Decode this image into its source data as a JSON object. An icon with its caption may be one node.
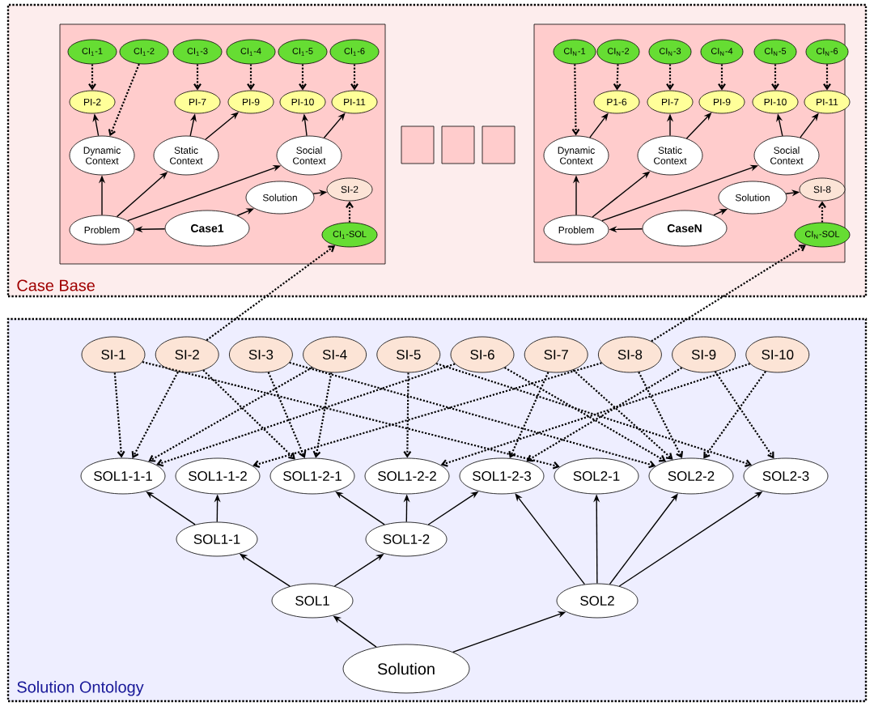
{
  "diagram": {
    "nodes": [
      {
        "text": [
          "Case Base"
        ]
      },
      {
        "text": [],
        "shape": "box",
        "in": 0
      },
      {
        "text": [
          "CI$_{1}$-1"
        ],
        "in": 1
      },
      {
        "text": [
          "CI$_{1}$-2"
        ],
        "in": 1
      },
      {
        "text": [
          "CI$_{1}$-3"
        ],
        "in": 1
      },
      {
        "text": [
          "CI$_{1}$-4"
        ],
        "in": 1
      },
      {
        "text": [
          "CI$_{1}$-5"
        ],
        "in": 1
      },
      {
        "text": [
          "CI$_{1}$-6"
        ],
        "in": 1
      },
      {
        "text": [
          "PI-2"
        ],
        "in": 1
      },
      {
        "text": [
          "PI-7"
        ],
        "in": 1
      },
      {
        "text": [
          "PI-9"
        ],
        "in": 1
      },
      {
        "text": [
          "PI-10"
        ],
        "in": 1
      },
      {
        "text": [
          "PI-11"
        ],
        "in": 1
      },
      {
        "text": [
          "Dynamic Context"
        ],
        "in": 1
      },
      {
        "text": [
          "Static Context"
        ],
        "in": 1
      },
      {
        "text": [
          "Social Context"
        ],
        "in": 1
      },
      {
        "text": [
          "Solution"
        ],
        "in": 1
      },
      {
        "text": [
          "SI-2"
        ],
        "in": 1
      },
      {
        "text": [
          "Problem"
        ],
        "in": 1
      },
      {
        "text": [
          "Case1"
        ],
        "in": 1
      },
      {
        "text": [
          "CI$_{1}$-SOL"
        ],
        "in": 1
      },
      {
        "text": [],
        "shape": "box",
        "in": 0
      },
      {
        "text": [],
        "shape": "box",
        "in": 0
      },
      {
        "text": [],
        "shape": "box",
        "in": 0
      },
      {
        "text": [],
        "shape": "box",
        "in": 0
      },
      {
        "text": [
          "CI$_{N}$-1"
        ],
        "in": 24
      },
      {
        "text": [
          "CI$_{N}$-2"
        ],
        "in": 24
      },
      {
        "text": [
          "CI$_{N}$-3"
        ],
        "in": 24
      },
      {
        "text": [
          "CI$_{N}$-4"
        ],
        "in": 24
      },
      {
        "text": [
          "CI$_{N}$-5"
        ],
        "in": 24
      },
      {
        "text": [
          "CI$_{N}$-6"
        ],
        "in": 24
      },
      {
        "text": [
          "P1-6"
        ],
        "in": 24
      },
      {
        "text": [
          "PI-7"
        ],
        "in": 24
      },
      {
        "text": [
          "PI-9"
        ],
        "in": 24
      },
      {
        "text": [
          "PI-10"
        ],
        "in": 24
      },
      {
        "text": [
          "PI-11"
        ],
        "in": 24
      },
      {
        "text": [
          "Dynamic Context"
        ],
        "in": 24
      },
      {
        "text": [
          "Static Context"
        ],
        "in": 24
      },
      {
        "text": [
          "Social Context"
        ],
        "in": 24
      },
      {
        "text": [
          "Solution"
        ],
        "in": 24
      },
      {
        "text": [
          "SI-8"
        ],
        "in": 24
      },
      {
        "text": [
          "Problem"
        ],
        "in": 24
      },
      {
        "text": [
          "CaseN"
        ],
        "in": 24
      },
      {
        "text": [
          "CI$_{N}$-SOL"
        ],
        "in": 24
      },
      {
        "text": [
          "Solution Ontology"
        ]
      },
      {
        "text": [
          "SI-1"
        ],
        "in": 44
      },
      {
        "text": [
          "SI-2"
        ],
        "in": 44
      },
      {
        "text": [
          "SI-3"
        ],
        "in": 44
      },
      {
        "text": [
          "SI-4"
        ],
        "in": 44
      },
      {
        "text": [
          "SI-5"
        ],
        "in": 44
      },
      {
        "text": [
          "SI-6"
        ],
        "in": 44
      },
      {
        "text": [
          "SI-7"
        ],
        "in": 44
      },
      {
        "text": [
          "SI-8"
        ],
        "in": 44
      },
      {
        "text": [
          "SI-9"
        ],
        "in": 44
      },
      {
        "text": [
          "SI-10"
        ],
        "in": 44
      },
      {
        "text": [
          "SOL1-1-1"
        ],
        "in": 44
      },
      {
        "text": [
          "SOL1-1-2"
        ],
        "in": 44
      },
      {
        "text": [
          "SOL1-2-1"
        ],
        "in": 44
      },
      {
        "text": [
          "SOL1-2-2"
        ],
        "in": 44
      },
      {
        "text": [
          "SOL1-2-3"
        ],
        "in": 44
      },
      {
        "text": [
          "SOL2-1"
        ],
        "in": 44
      },
      {
        "text": [
          "SOL2-2"
        ],
        "in": 44
      },
      {
        "text": [
          "SOL2-3"
        ],
        "in": 44
      },
      {
        "text": [
          "SOL1-1"
        ],
        "in": 44
      },
      {
        "text": [
          "SOL1-2"
        ],
        "in": 44
      },
      {
        "text": [
          "SOL1"
        ],
        "in": 44
      },
      {
        "text": [
          "SOL2"
        ],
        "in": 44
      },
      {
        "text": [
          "Solution"
        ],
        "in": 44
      }
    ],
    "edges": [
      {
        "from": 2,
        "to": 8,
        "arrow": "to",
        "style": "dashed"
      },
      {
        "from": 3,
        "to": 13,
        "arrow": "to",
        "style": "dashed"
      },
      {
        "from": 4,
        "to": 9,
        "arrow": "to",
        "style": "dashed"
      },
      {
        "from": 5,
        "to": 10,
        "arrow": "to",
        "style": "dashed"
      },
      {
        "from": 6,
        "to": 11,
        "arrow": "to",
        "style": "dashed"
      },
      {
        "from": 7,
        "to": 12,
        "arrow": "to",
        "style": "dashed"
      },
      {
        "from": 13,
        "to": 8,
        "arrow": "to"
      },
      {
        "from": 14,
        "to": 9,
        "arrow": "to"
      },
      {
        "from": 14,
        "to": 10,
        "arrow": "to"
      },
      {
        "from": 15,
        "to": 11,
        "arrow": "to"
      },
      {
        "from": 15,
        "to": 12,
        "arrow": "to"
      },
      {
        "from": 18,
        "to": 13,
        "arrow": "to"
      },
      {
        "from": 18,
        "to": 14,
        "arrow": "to"
      },
      {
        "from": 18,
        "to": 15,
        "arrow": "to"
      },
      {
        "from": 19,
        "to": 18,
        "arrow": "to"
      },
      {
        "from": 19,
        "to": 16,
        "arrow": "to"
      },
      {
        "from": 16,
        "to": 17,
        "arrow": "to"
      },
      {
        "from": 20,
        "to": 17,
        "arrow": "to",
        "style": "dashed"
      },
      {
        "from": 46,
        "to": 20,
        "arrow": "to",
        "style": "dashed"
      },
      {
        "from": 25,
        "to": 36,
        "arrow": "to",
        "style": "dashed"
      },
      {
        "from": 26,
        "to": 31,
        "arrow": "to",
        "style": "dashed"
      },
      {
        "from": 27,
        "to": 32,
        "arrow": "to",
        "style": "dashed"
      },
      {
        "from": 28,
        "to": 33,
        "arrow": "to",
        "style": "dashed"
      },
      {
        "from": 29,
        "to": 34,
        "arrow": "to",
        "style": "dashed"
      },
      {
        "from": 30,
        "to": 35,
        "arrow": "to",
        "style": "dashed"
      },
      {
        "from": 36,
        "to": 31,
        "arrow": "to"
      },
      {
        "from": 37,
        "to": 32,
        "arrow": "to"
      },
      {
        "from": 37,
        "to": 33,
        "arrow": "to"
      },
      {
        "from": 38,
        "to": 34,
        "arrow": "to"
      },
      {
        "from": 38,
        "to": 35,
        "arrow": "to"
      },
      {
        "from": 41,
        "to": 36,
        "arrow": "to"
      },
      {
        "from": 41,
        "to": 37,
        "arrow": "to"
      },
      {
        "from": 41,
        "to": 38,
        "arrow": "to"
      },
      {
        "from": 42,
        "to": 41,
        "arrow": "to"
      },
      {
        "from": 42,
        "to": 39,
        "arrow": "to"
      },
      {
        "from": 39,
        "to": 40,
        "arrow": "to"
      },
      {
        "from": 43,
        "to": 40,
        "arrow": "to",
        "style": "dashed"
      },
      {
        "from": 52,
        "to": 43,
        "arrow": "to",
        "style": "dashed"
      },
      {
        "from": 45,
        "to": 55,
        "arrow": "to",
        "style": "dashed"
      },
      {
        "from": 45,
        "to": 60,
        "arrow": "to",
        "style": "dashed"
      },
      {
        "from": 46,
        "to": 55,
        "arrow": "to",
        "style": "dashed"
      },
      {
        "from": 46,
        "to": 57,
        "arrow": "to",
        "style": "dashed"
      },
      {
        "from": 47,
        "to": 57,
        "arrow": "to",
        "style": "dashed"
      },
      {
        "from": 47,
        "to": 61,
        "arrow": "to",
        "style": "dashed"
      },
      {
        "from": 48,
        "to": 55,
        "arrow": "to",
        "style": "dashed"
      },
      {
        "from": 48,
        "to": 57,
        "arrow": "to",
        "style": "dashed"
      },
      {
        "from": 49,
        "to": 58,
        "arrow": "to",
        "style": "dashed"
      },
      {
        "from": 49,
        "to": 62,
        "arrow": "to",
        "style": "dashed"
      },
      {
        "from": 50,
        "to": 55,
        "arrow": "to",
        "style": "dashed"
      },
      {
        "from": 50,
        "to": 61,
        "arrow": "to",
        "style": "dashed"
      },
      {
        "from": 51,
        "to": 59,
        "arrow": "to",
        "style": "dashed"
      },
      {
        "from": 51,
        "to": 61,
        "arrow": "to",
        "style": "dashed"
      },
      {
        "from": 52,
        "to": 56,
        "arrow": "to",
        "style": "dashed"
      },
      {
        "from": 52,
        "to": 61,
        "arrow": "to",
        "style": "dashed"
      },
      {
        "from": 53,
        "to": 59,
        "arrow": "to",
        "style": "dashed"
      },
      {
        "from": 53,
        "to": 62,
        "arrow": "to",
        "style": "dashed"
      },
      {
        "from": 54,
        "to": 58,
        "arrow": "to",
        "style": "dashed"
      },
      {
        "from": 54,
        "to": 61,
        "arrow": "to",
        "style": "dashed"
      },
      {
        "from": 63,
        "to": 55,
        "arrow": "to"
      },
      {
        "from": 63,
        "to": 56,
        "arrow": "to"
      },
      {
        "from": 64,
        "to": 57,
        "arrow": "to"
      },
      {
        "from": 64,
        "to": 58,
        "arrow": "to"
      },
      {
        "from": 64,
        "to": 59,
        "arrow": "to"
      },
      {
        "from": 66,
        "to": 59,
        "arrow": "to"
      },
      {
        "from": 66,
        "to": 60,
        "arrow": "to"
      },
      {
        "from": 66,
        "to": 61,
        "arrow": "to"
      },
      {
        "from": 66,
        "to": 62,
        "arrow": "to"
      },
      {
        "from": 65,
        "to": 63,
        "arrow": "to"
      },
      {
        "from": 65,
        "to": 64,
        "arrow": "to"
      },
      {
        "from": 67,
        "to": 65,
        "arrow": "to"
      },
      {
        "from": 67,
        "to": 66,
        "arrow": "to"
      }
    ]
  }
}
